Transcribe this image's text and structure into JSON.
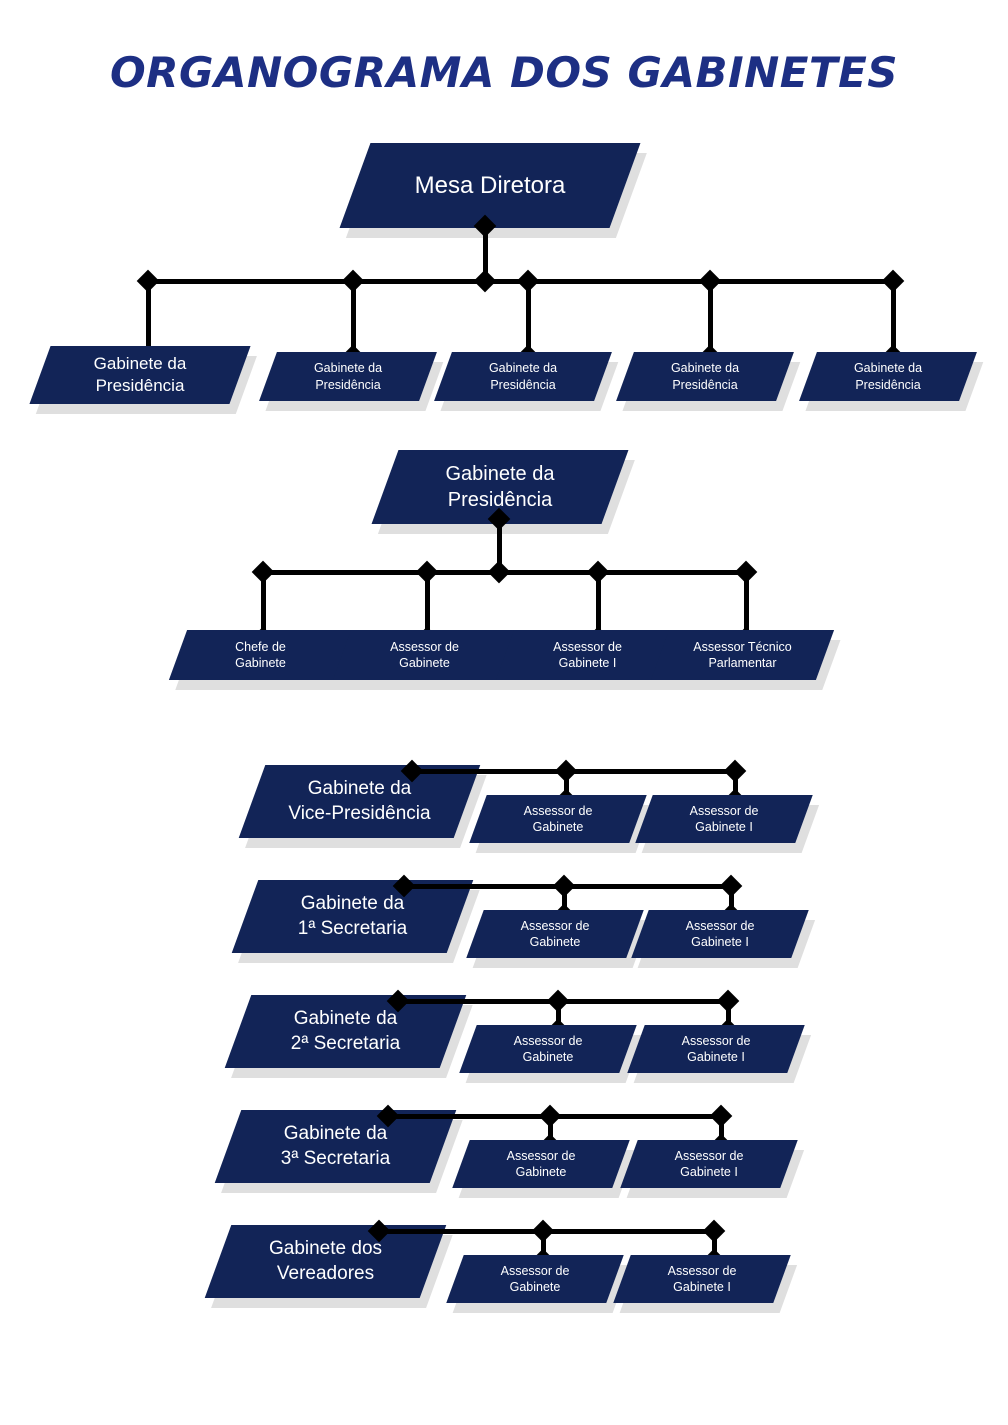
{
  "title": "ORGANOGRAMA DOS GABINETES",
  "colors": {
    "node_fill": "#122457",
    "node_shadow": "#dfdfdf",
    "connector": "#000000",
    "title": "#1d2f84",
    "node_text": "#ffffff",
    "background": "#ffffff"
  },
  "chart_data": {
    "type": "diagram",
    "diagram_type": "organizational-chart",
    "title": "ORGANOGRAMA DOS GABINETES",
    "sections": [
      {
        "name": "mesa-diretora-section",
        "root": "Mesa Diretora",
        "children": [
          "Gabinete da Presidência",
          "Gabinete da Presidência",
          "Gabinete da Presidência",
          "Gabinete da Presidência",
          "Gabinete da Presidência"
        ]
      },
      {
        "name": "gabinete-presidencia-section",
        "root": "Gabinete da Presidência",
        "children": [
          "Chefe de Gabinete",
          "Assessor de Gabinete",
          "Assessor de Gabinete I",
          "Assessor Técnico Parlamentar"
        ]
      },
      {
        "name": "vice-presidencia-section",
        "root": "Gabinete da Vice-Presidência",
        "children": [
          "Assessor de Gabinete",
          "Assessor de Gabinete I"
        ]
      },
      {
        "name": "primeira-secretaria-section",
        "root": "Gabinete da 1ª Secretaria",
        "children": [
          "Assessor de Gabinete",
          "Assessor de Gabinete I"
        ]
      },
      {
        "name": "segunda-secretaria-section",
        "root": "Gabinete da 2ª Secretaria",
        "children": [
          "Assessor de Gabinete",
          "Assessor de Gabinete I"
        ]
      },
      {
        "name": "terceira-secretaria-section",
        "root": "Gabinete da 3ª Secretaria",
        "children": [
          "Assessor de Gabinete",
          "Assessor de Gabinete I"
        ]
      },
      {
        "name": "vereadores-section",
        "root": "Gabinete dos Vereadores",
        "children": [
          "Assessor de Gabinete",
          "Assessor de Gabinete I"
        ]
      }
    ]
  },
  "nodes": {
    "mesa_diretora": "Mesa Diretora",
    "row1": [
      "Gabinete da\nPresidência",
      "Gabinete da\nPresidência",
      "Gabinete da\nPresidência",
      "Gabinete da\nPresidência",
      "Gabinete da\nPresidência"
    ],
    "presidencia_root": "Gabinete da\nPresidência",
    "row2": [
      "Chefe de\nGabinete",
      "Assessor de\nGabinete",
      "Assessor de\nGabinete I",
      "Assessor Técnico\nParlamentar"
    ],
    "blocks": [
      {
        "root": "Gabinete da\nVice-Presidência",
        "child_a": "Assessor de\nGabinete",
        "child_b": "Assessor de\nGabinete I"
      },
      {
        "root": "Gabinete da\n1ª Secretaria",
        "child_a": "Assessor de\nGabinete",
        "child_b": "Assessor de\nGabinete I"
      },
      {
        "root": "Gabinete da\n2ª Secretaria",
        "child_a": "Assessor de\nGabinete",
        "child_b": "Assessor de\nGabinete I"
      },
      {
        "root": "Gabinete da\n3ª Secretaria",
        "child_a": "Assessor de\nGabinete",
        "child_b": "Assessor de\nGabinete I"
      },
      {
        "root": "Gabinete dos\nVereadores",
        "child_a": "Assessor de\nGabinete",
        "child_b": "Assessor de\nGabinete I"
      }
    ]
  }
}
